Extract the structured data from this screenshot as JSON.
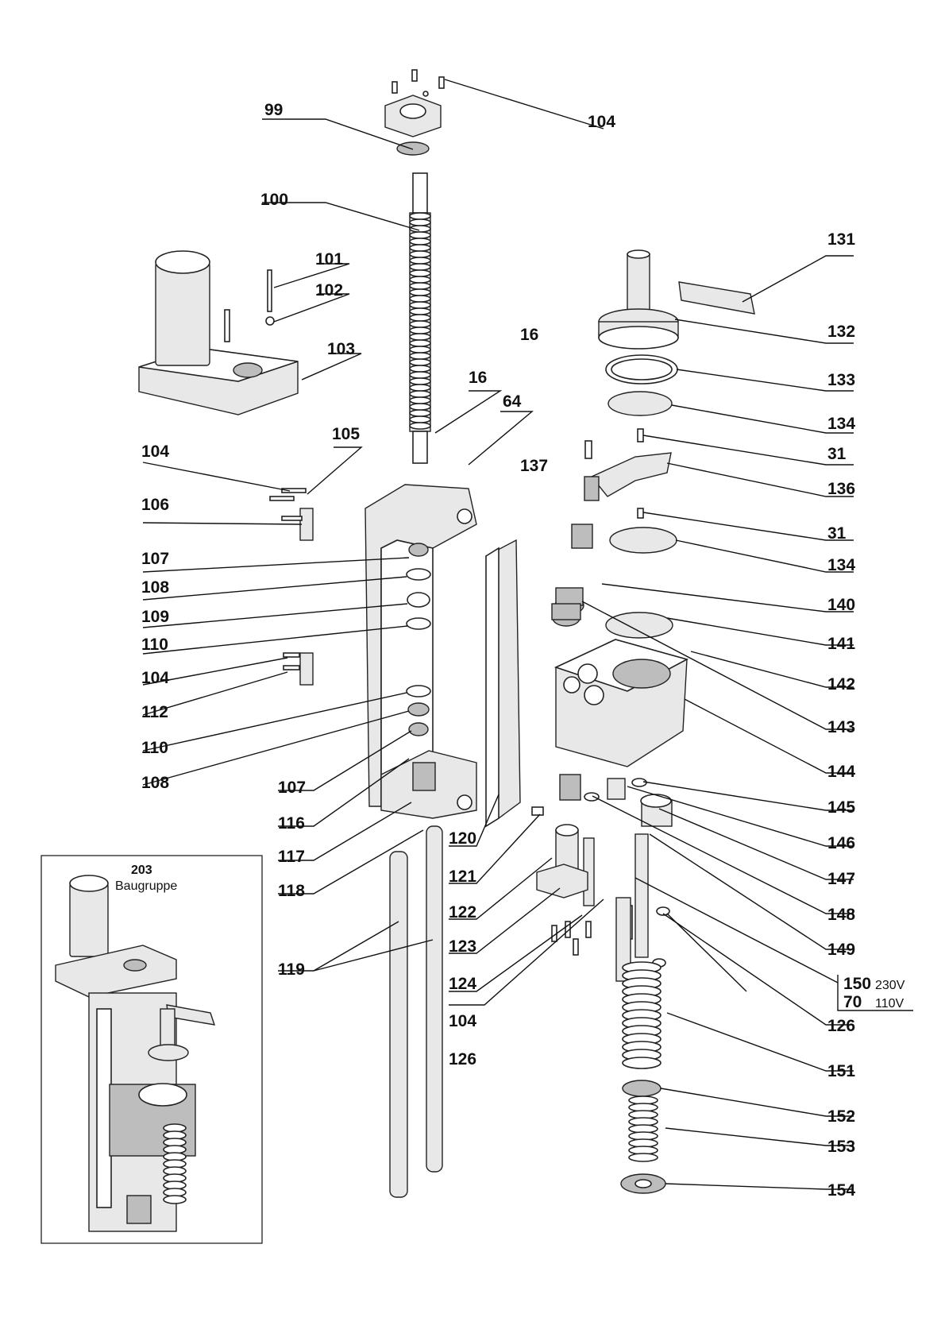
{
  "labels": [
    "99",
    "104",
    "100",
    "101",
    "102",
    "103",
    "16",
    "64",
    "105",
    "104",
    "106",
    "107",
    "108",
    "109",
    "110",
    "104",
    "112",
    "110",
    "108",
    "107",
    "116",
    "117",
    "118",
    "119",
    "120",
    "121",
    "122",
    "123",
    "124",
    "104",
    "126",
    "131",
    "132",
    "133",
    "134",
    "16",
    "31",
    "137",
    "136",
    "31",
    "134",
    "140",
    "141",
    "142",
    "143",
    "144",
    "145",
    "146",
    "147",
    "148",
    "149",
    "150",
    "70",
    "126",
    "151",
    "152",
    "153",
    "154"
  ],
  "voltage": {
    "v230": "230V",
    "v110": "110V"
  },
  "inset": {
    "number": "203",
    "title": "Baugruppe"
  }
}
